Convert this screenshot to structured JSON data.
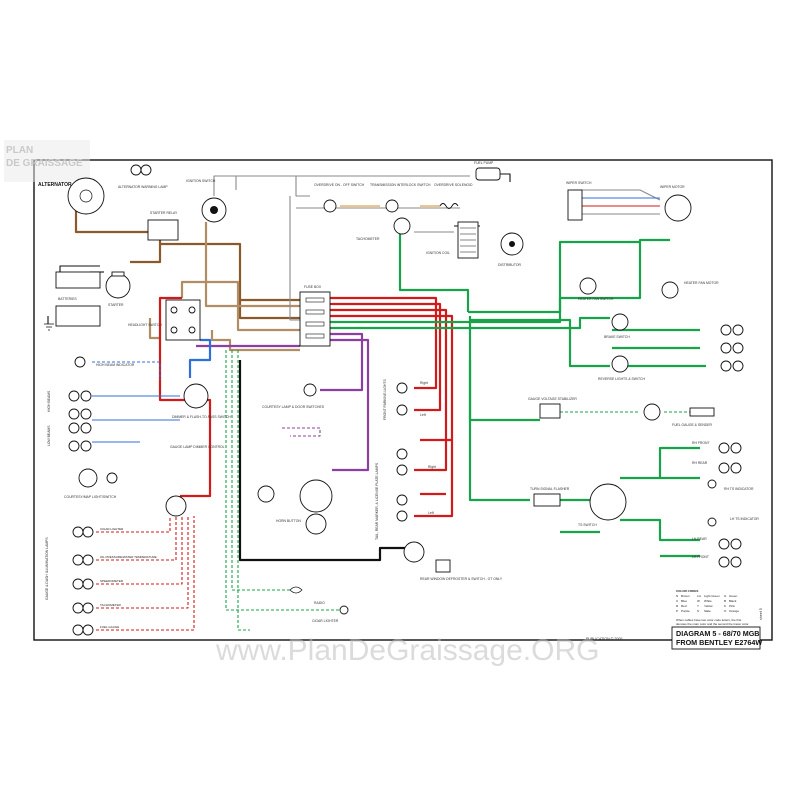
{
  "watermark": {
    "logo_line1": "PLAN",
    "logo_line2": "DE GRAISSAGE",
    "site": "www.PlanDeGraissage.ORG"
  },
  "labels": {
    "alternator": "ALTERNATOR",
    "alt_warning": "ALTERNATOR WARNING LAMP",
    "ignition": "IGNITION SWITCH",
    "starter_relay": "STARTER RELAY",
    "starter": "STARTER",
    "batteries": "BATTERIES",
    "headlight": "HEADLIGHT SWITCH",
    "fuse_box": "FUSE BOX",
    "fuel_pump": "FUEL PUMP",
    "overdrive_switch": "OVERDRIVE ON - OFF SWITCH",
    "interlock": "TRANSMISSION INTERLOCK SWITCH",
    "od_solenoid": "OVERDRIVE SOLENOID",
    "tachometer": "TACHOMETER",
    "coil": "IGNITION COIL",
    "distributor": "DISTRIBUTOR",
    "wiper_switch": "WIPER SWITCH",
    "wiper_motor": "WIPER MOTOR",
    "heater_motor": "HEATER FAN MOTOR",
    "heater_switch": "HEATER FAN SWITCH",
    "brake_switch": "BRAKE SWITCH",
    "reverse": "REVERSE LIGHTS & SWITCH",
    "gauge_stab": "GAUGE VOLTAGE STABILIZER",
    "fuel_gauge": "FUEL GAUGE & SENDER",
    "rh_front": "RH FRONT",
    "rh_rear": "RH REAR",
    "rh_ts": "RH TS INDICATOR",
    "lh_ts": "LH TS INDICATOR",
    "lh_rear": "LH REAR",
    "lh_front": "LH FRONT",
    "ts_switch": "TS SWITCH",
    "flasher": "TURN SIGNAL FLASHER",
    "high_beam_ind": "HIGH BEAM INDICATOR",
    "high_beams": "HIGH BEAMS",
    "low_beams": "LOW BEAMS",
    "dimmer": "DIMMER & FLASH-TO-PASS SWITCH",
    "gauge_dimmer": "GAUGE LAMP DIMMER CONTROL",
    "courtesy_map": "COURTESY/MAP LIGHT/SWITCH",
    "courtesy_door": "COURTESY LAMP & DOOR SWITCHES",
    "horn": "HORN BUTTON",
    "front_parking": "FRONT PARKING LIGHTS",
    "tail_rear": "TAIL, REAR MARKER, & LICENSE PLATE LAMPS",
    "right": "Right",
    "left": "Left",
    "gauge_dash": "GAUGE & DASH ILLUMINATION LAMPS",
    "rear_window": "REAR WINDOW DEFROSTER & SWITCH - GT ONLY",
    "radio": "RADIO",
    "cigar": "CIGAR LIGHTER",
    "lamp_cigar": "CIGAR LIGHTER",
    "lamp_oil": "OIL PRESSURE/WATER TEMPERATURE",
    "lamp_speedo": "SPEEDOMETER",
    "lamp_tach": "TACHOMETER",
    "lamp_fuel": "FUEL GAUGE",
    "publication": "PUBLICATION © 2005",
    "sheet": "sheet 5"
  },
  "title": {
    "line1": "DIAGRAM 5 - 68/70 MGB",
    "line2": "FROM BENTLEY E2764W"
  },
  "color_codes": {
    "heading": "COLOR CODES",
    "rows": [
      [
        "N",
        "Brown",
        "LG",
        "Light Green",
        "G",
        "Green"
      ],
      [
        "U",
        "Blue",
        "W",
        "White",
        "B",
        "Black"
      ],
      [
        "R",
        "Red",
        "Y",
        "Yellow",
        "K",
        "Pink"
      ],
      [
        "P",
        "Purple",
        "S",
        "Slate",
        "O",
        "Orange"
      ]
    ],
    "note1": "When cables have two color code letters, the first",
    "note2": "denotes the main color and the second the tracer color."
  },
  "wire_colors": {
    "brown": "#8a5a2b",
    "tan": "#b08d63",
    "red": "#d11a1a",
    "green": "#18a34a",
    "blue": "#2f6fdc",
    "purple": "#8b3fa1",
    "black": "#111111",
    "white": "#9a9a9a",
    "pink": "#e88aa0"
  }
}
